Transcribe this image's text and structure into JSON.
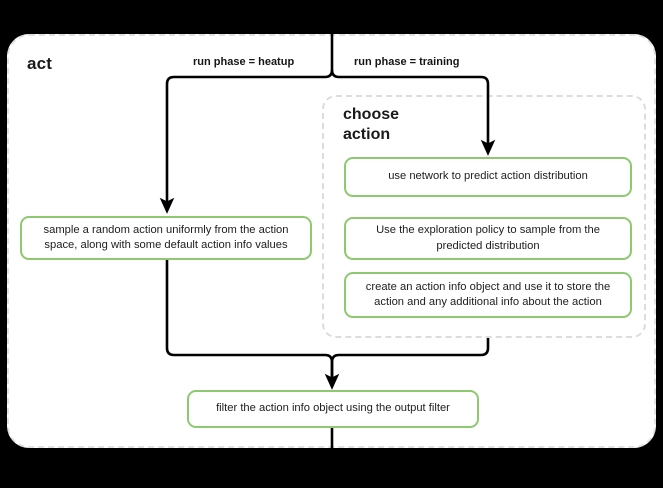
{
  "diagram": {
    "type": "flowchart",
    "title": "act",
    "background_color": "#000000",
    "container_color": "#ffffff",
    "node_border_color": "#8ec971",
    "subgraph_border_color": "#dcdcdc",
    "edge_color": "#000000",
    "subgraph": {
      "title": "choose\naction",
      "title_line1": "choose",
      "title_line2": "action"
    },
    "edge_labels": {
      "heatup": "run phase = heatup",
      "training": "run phase = training"
    },
    "nodes": [
      {
        "id": "sample",
        "label": "sample a random action uniformly from the action space, along with some default action info values"
      },
      {
        "id": "predict",
        "label": "use network to predict action distribution"
      },
      {
        "id": "explore",
        "label": "Use the exploration policy to sample from the predicted distribution"
      },
      {
        "id": "actioninfo",
        "label": "create an action info object and use it to store the action and any additional info about the action"
      },
      {
        "id": "filter",
        "label": "filter the action info object using the output filter"
      }
    ]
  }
}
